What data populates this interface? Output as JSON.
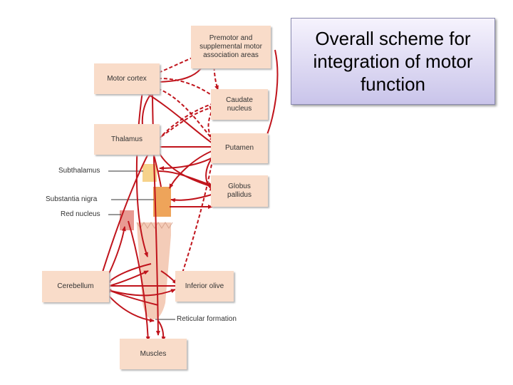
{
  "diagram": {
    "boxes": {
      "premotor": "Premotor and supplemental motor association areas",
      "motor_cortex": "Motor cortex",
      "caudate": "Caudate nucleus",
      "thalamus": "Thalamus",
      "putamen": "Putamen",
      "globus": "Globus pallidus",
      "cerebellum": "Cerebellum",
      "inferior_olive": "Inferior olive",
      "muscles": "Muscles"
    },
    "labels": {
      "subthalamus": "Subthalamus",
      "substantia_nigra": "Substantia nigra",
      "red_nucleus": "Red nucleus",
      "reticular_formation": "Reticular formation"
    }
  },
  "caption": "Overall scheme for integration of motor function",
  "colors": {
    "pathway": "#c0141c",
    "box_fill": "#f9dcc9",
    "subthalamus": "#f6d28a",
    "substantia_nigra": "#eea45a",
    "red_nucleus": "#e89a92",
    "brainstem": "#f2c3ac",
    "caption_bg": "#c9c4ea"
  }
}
